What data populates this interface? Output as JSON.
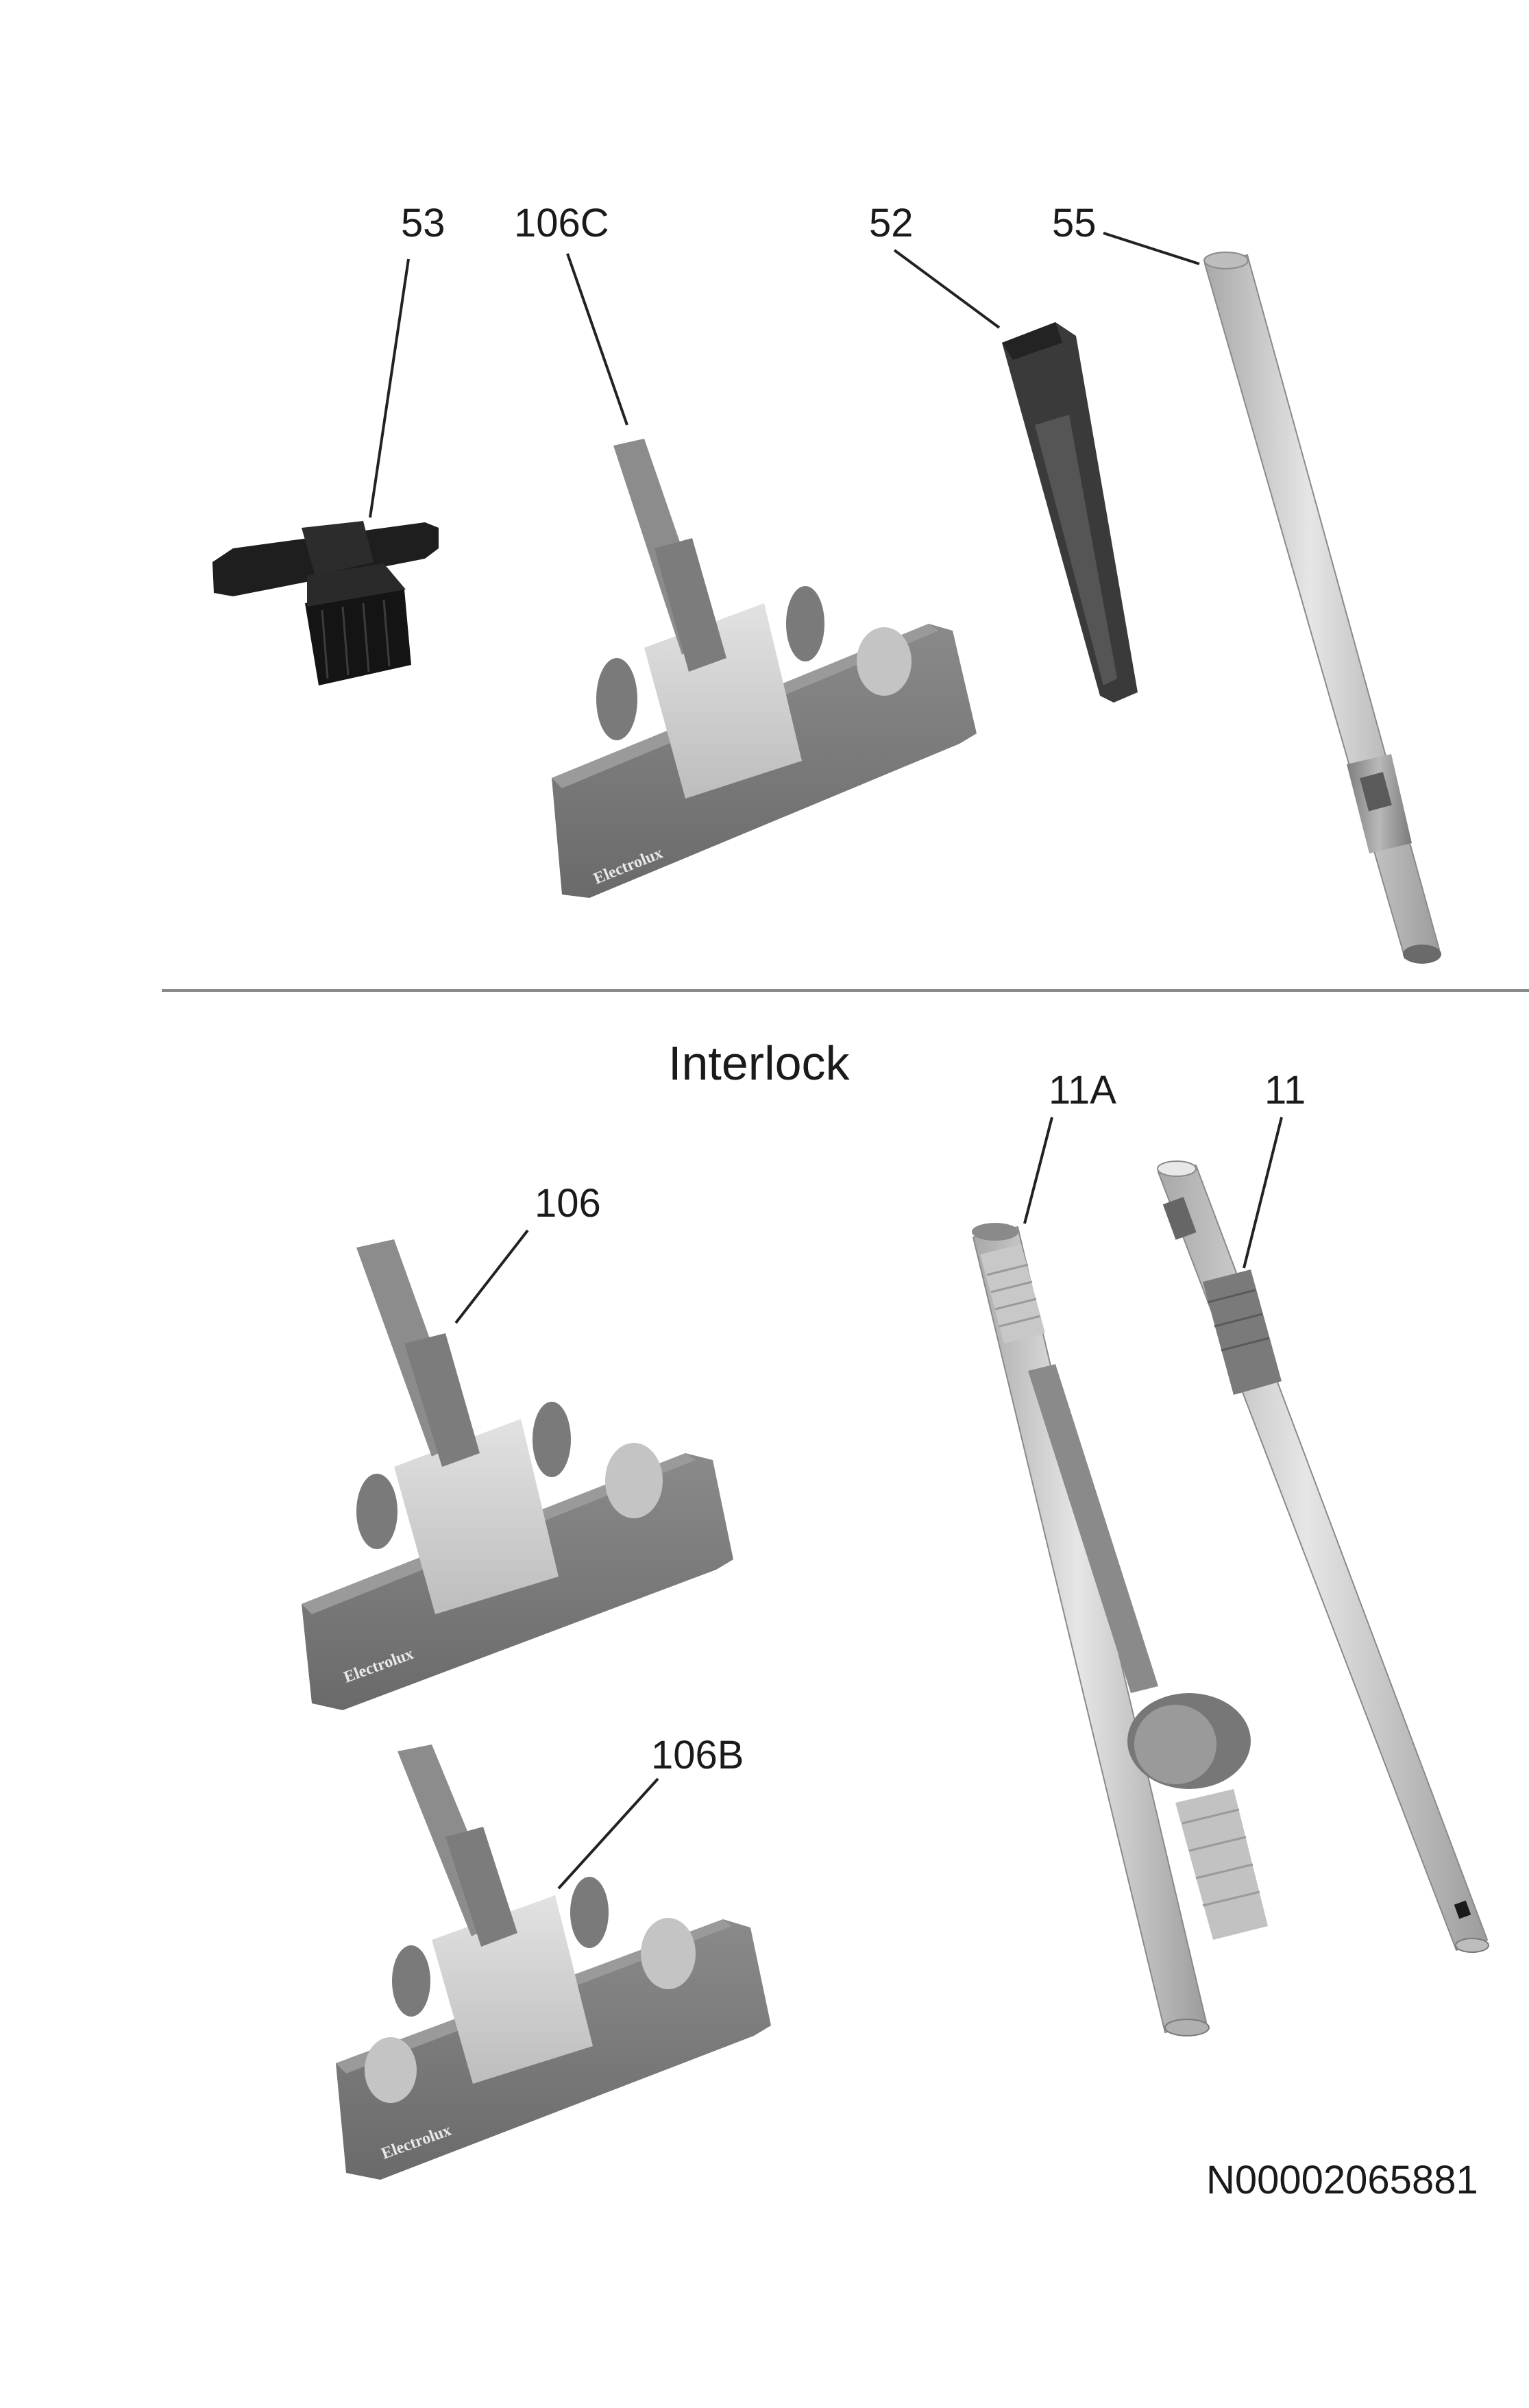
{
  "callouts": {
    "c53": "53",
    "c106C": "106C",
    "c52": "52",
    "c55": "55",
    "c106": "106",
    "c106B": "106B",
    "c11A": "11A",
    "c11": "11"
  },
  "section_title": "Interlock",
  "document_code": "N00002065881",
  "brand_text": "Electrolux",
  "colors": {
    "nozzle_body": "#7a7a7a",
    "nozzle_top": "#cfcfcf",
    "tube_light": "#d6d6d6",
    "tube_mid": "#9a9a9a",
    "brush": "#1c1c1c",
    "crevice": "#3a3a3a",
    "divider": "#8a8a8a"
  }
}
